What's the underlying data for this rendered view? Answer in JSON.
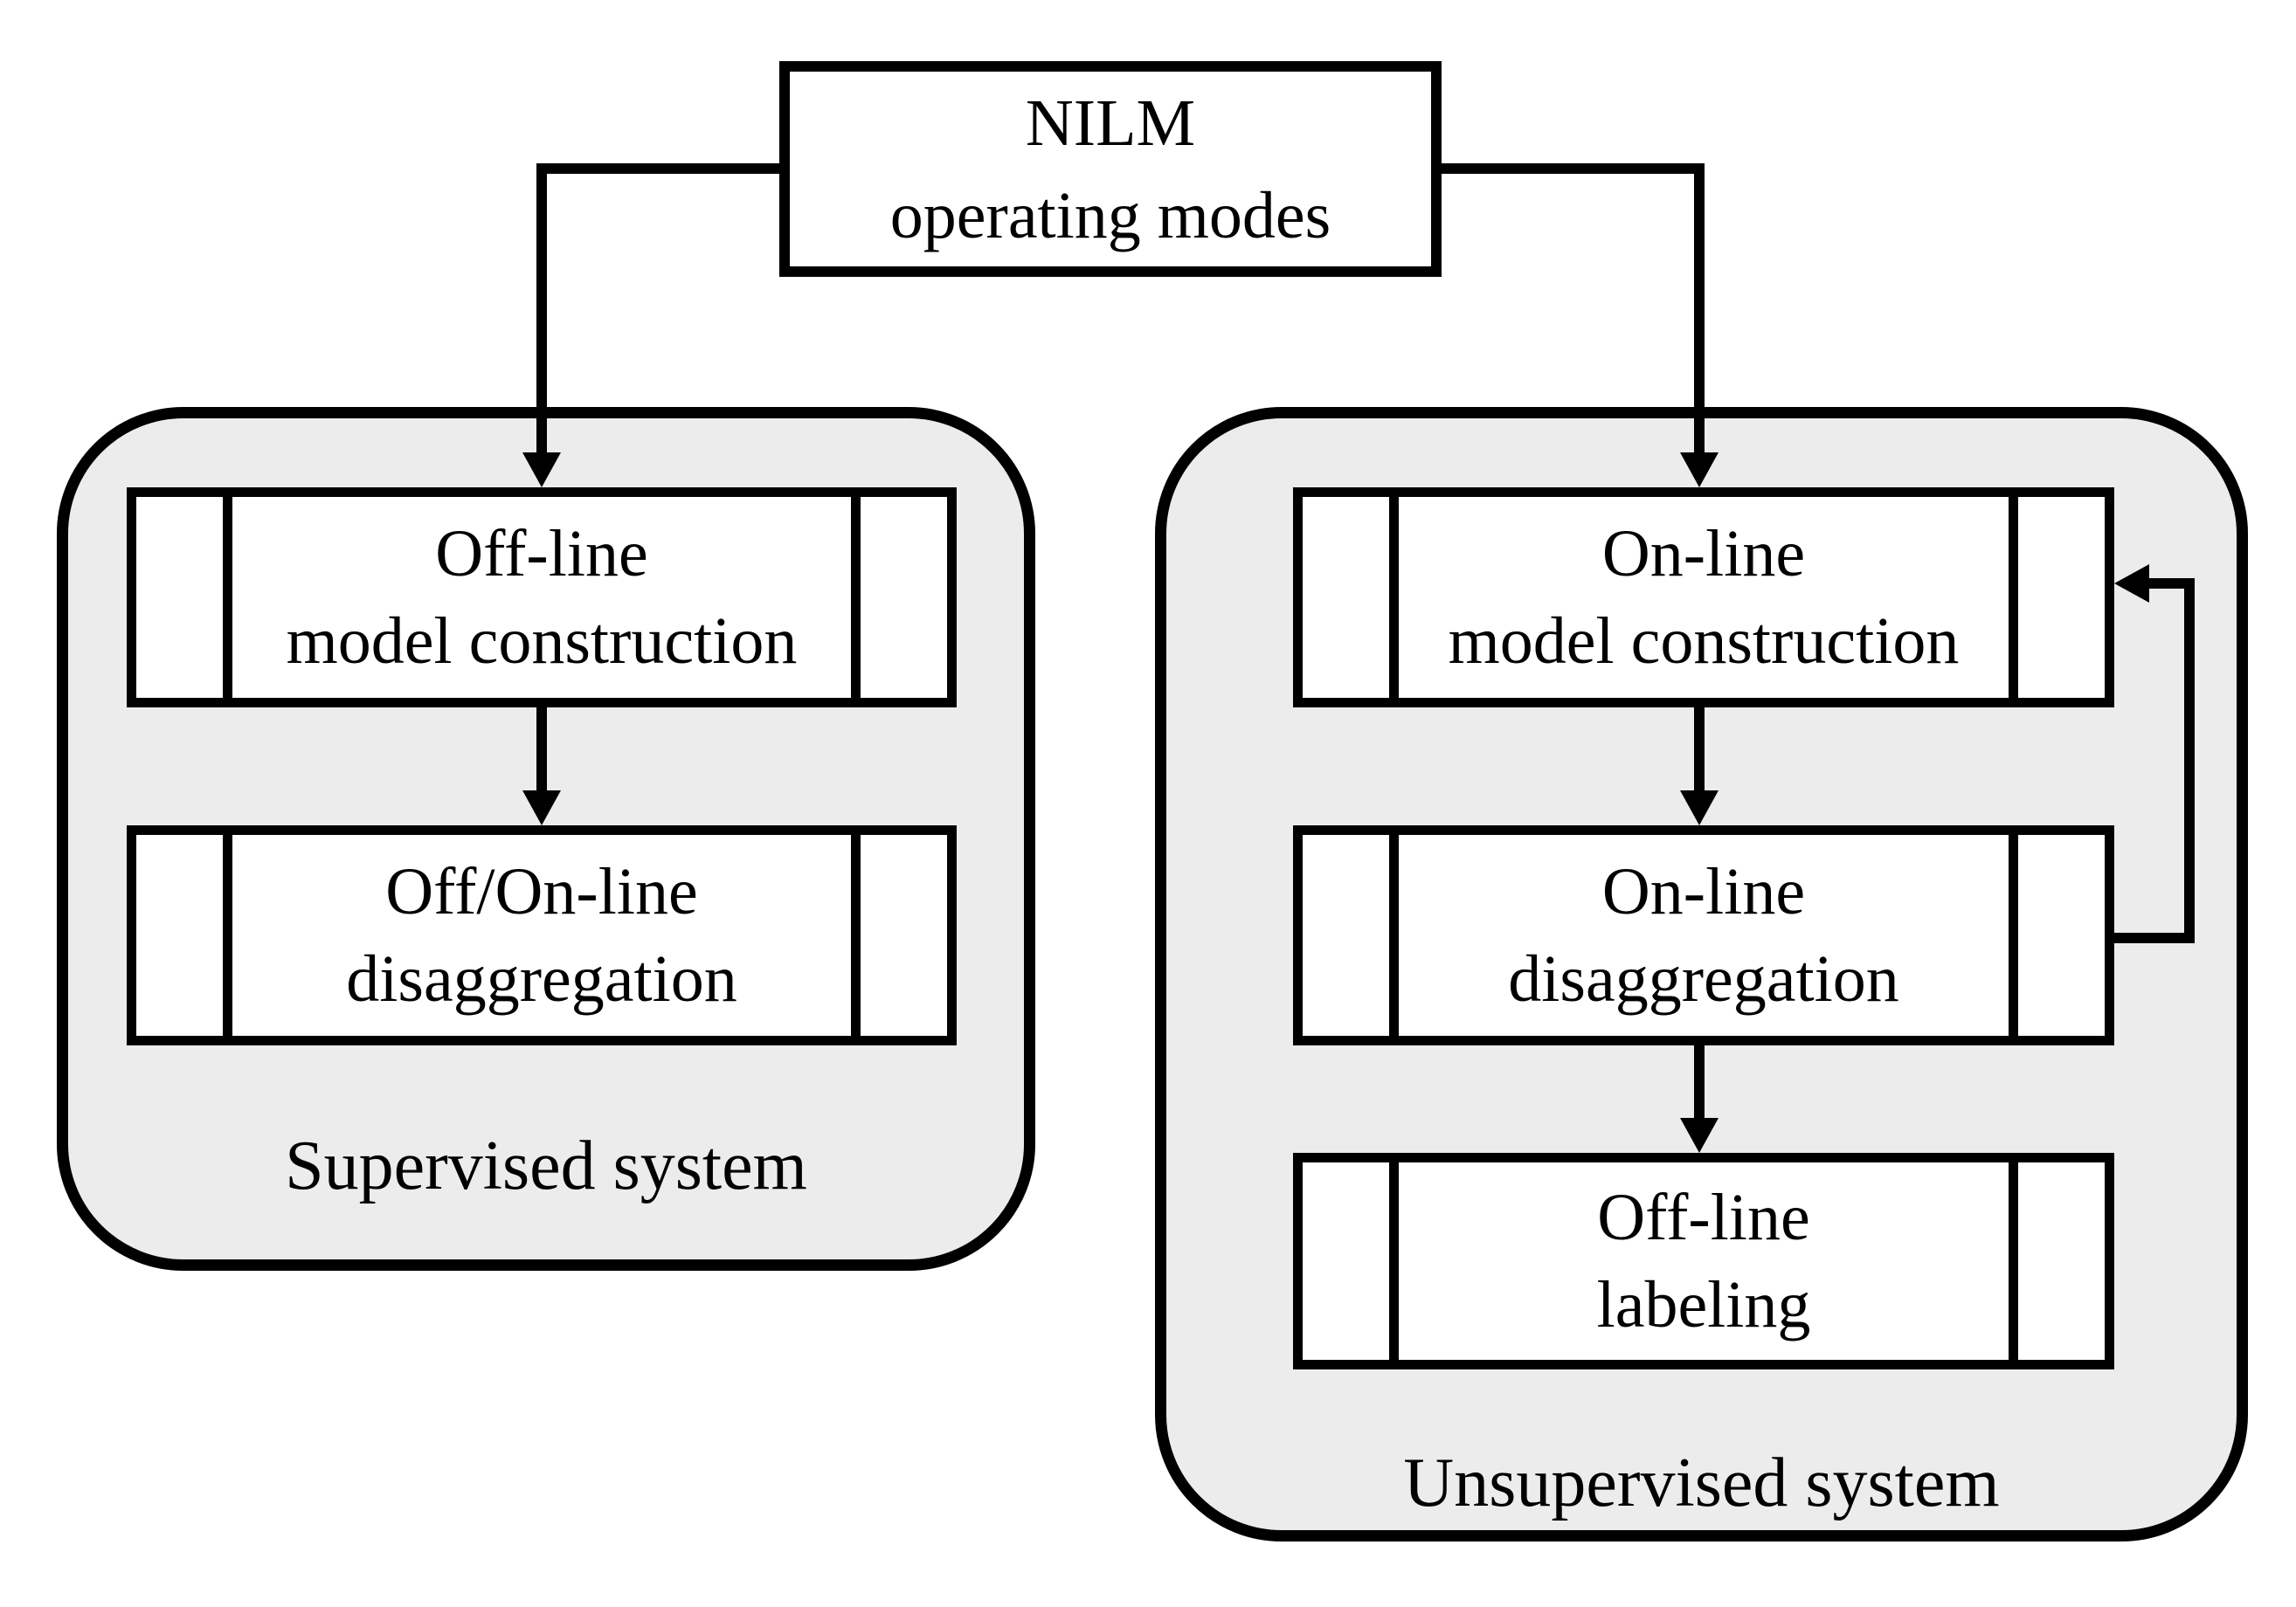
{
  "colors": {
    "stroke": "#000000",
    "box_fill": "#ffffff",
    "container_fill": "#ececec",
    "background": "#ffffff"
  },
  "root": {
    "id": "nilm-operating-modes",
    "label": "NILM\noperating modes",
    "shape": "rectangle"
  },
  "groups": {
    "supervised": {
      "label": "Supervised system",
      "nodes": [
        {
          "id": "offline-model-construction",
          "label": "Off-line\nmodel construction",
          "shape": "predefined-process"
        },
        {
          "id": "off-on-line-disaggregation",
          "label": "Off/On-line\ndisaggregation",
          "shape": "predefined-process"
        }
      ]
    },
    "unsupervised": {
      "label": "Unsupervised system",
      "nodes": [
        {
          "id": "online-model-construction",
          "label": "On-line\nmodel construction",
          "shape": "predefined-process"
        },
        {
          "id": "online-disaggregation",
          "label": "On-line\ndisaggregation",
          "shape": "predefined-process"
        },
        {
          "id": "offline-labeling",
          "label": "Off-line\nlabeling",
          "shape": "predefined-process"
        }
      ]
    }
  },
  "edges": [
    {
      "from": "nilm-operating-modes",
      "to": "offline-model-construction",
      "style": "arrow"
    },
    {
      "from": "nilm-operating-modes",
      "to": "online-model-construction",
      "style": "arrow"
    },
    {
      "from": "offline-model-construction",
      "to": "off-on-line-disaggregation",
      "style": "arrow"
    },
    {
      "from": "online-model-construction",
      "to": "online-disaggregation",
      "style": "arrow"
    },
    {
      "from": "online-disaggregation",
      "to": "offline-labeling",
      "style": "arrow"
    },
    {
      "from": "online-disaggregation",
      "to": "online-model-construction",
      "style": "feedback-loop"
    }
  ]
}
